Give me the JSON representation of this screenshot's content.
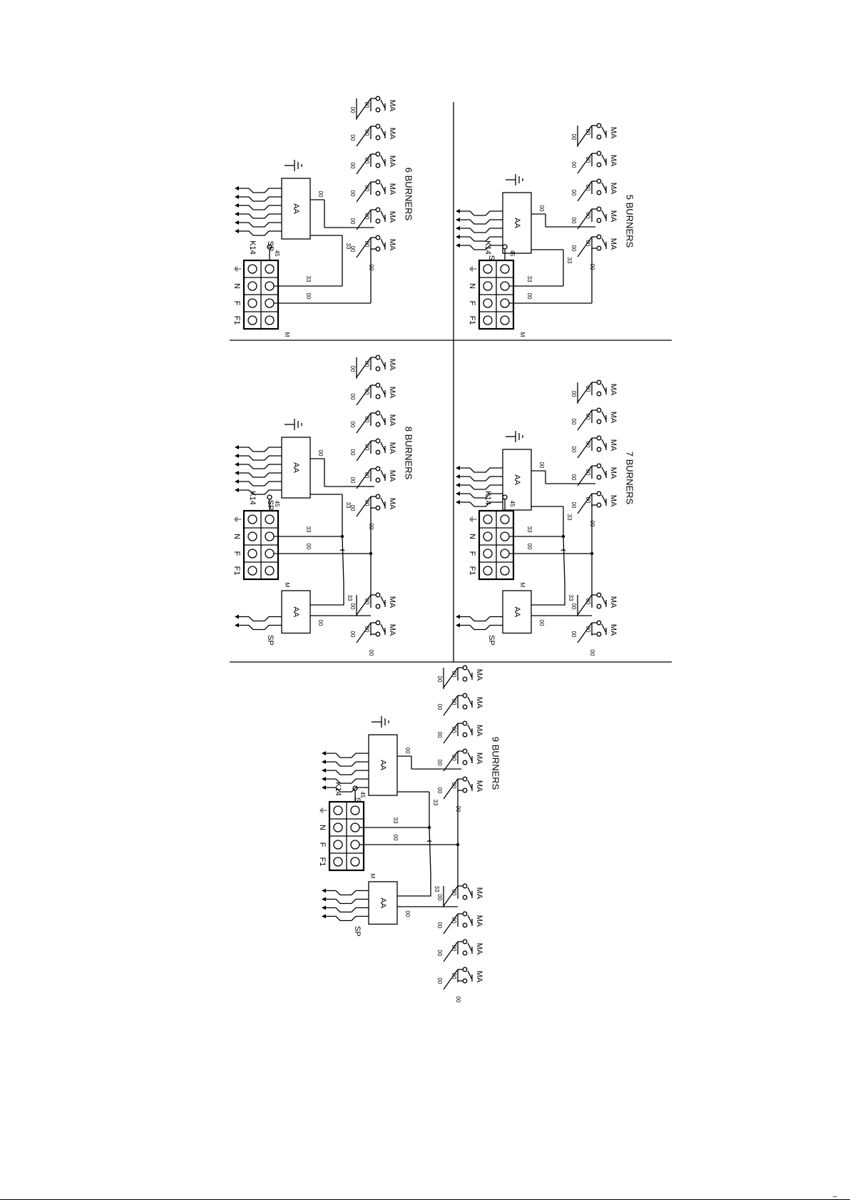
{
  "labels": {
    "switch": "MA",
    "controller": "AA",
    "sparks": "SP",
    "connector": "K14",
    "terminal_block": "M",
    "neutral": "N",
    "phase": "F",
    "phase1": "F1",
    "ground_symbol": "⏚",
    "wire_00": "00",
    "wire_33": "33",
    "wire_45": "45"
  },
  "panels": [
    {
      "id": "5-burners",
      "title": "5 BURNERS",
      "burners": 5,
      "modules": [
        5
      ]
    },
    {
      "id": "6-burners",
      "title": "6 BURNERS",
      "burners": 6,
      "modules": [
        6
      ]
    },
    {
      "id": "7-burners",
      "title": "7 BURNERS",
      "burners": 7,
      "modules": [
        5,
        2
      ]
    },
    {
      "id": "8-burners",
      "title": "8 BURNERS",
      "burners": 8,
      "modules": [
        6,
        2
      ]
    },
    {
      "id": "9-burners",
      "title": "9 BURNERS",
      "burners": 9,
      "modules": [
        5,
        4
      ]
    }
  ]
}
